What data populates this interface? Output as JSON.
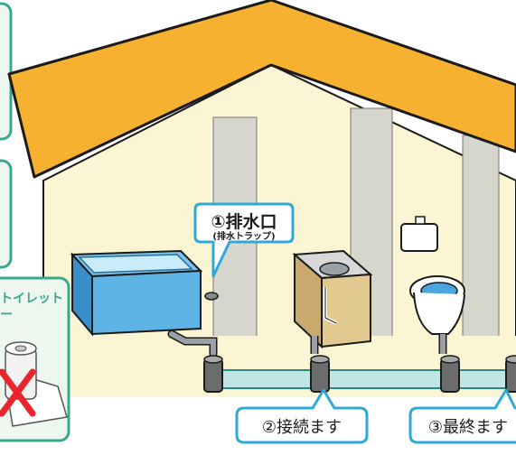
{
  "labels": {
    "drain_outlet_title": "①排水口",
    "drain_outlet_sub": "(排水トラップ)",
    "connection": "②接続ます",
    "final": "③最終ます",
    "toilet_paper_note_line1": "トイレット",
    "toilet_paper_note_line2": "ー"
  },
  "icons": {
    "bathtub": "bathtub-icon",
    "sink": "washbasin-icon",
    "toilet": "toilet-icon",
    "toilet_paper": "toilet-paper-icon",
    "prohibited": "cross-mark-icon"
  },
  "colors": {
    "roof": "#f5b12f",
    "roof_outline": "#1b1b1b",
    "wall": "#fbf5d3",
    "partition": "#d7d6cc",
    "callout_border": "#31a9d8",
    "callout_fill": "#ffffff",
    "side_panel_border": "#3aa88f",
    "side_panel_fill": "#eef7ef",
    "side_panel_title": "#3aa88f",
    "prohibit_red": "#e8262c",
    "pipe_fill": "#bfe6e4",
    "pipe_outline": "#2a8a86",
    "tub_blue": "#4aa6dd",
    "tub_water": "#c9ecfb"
  }
}
